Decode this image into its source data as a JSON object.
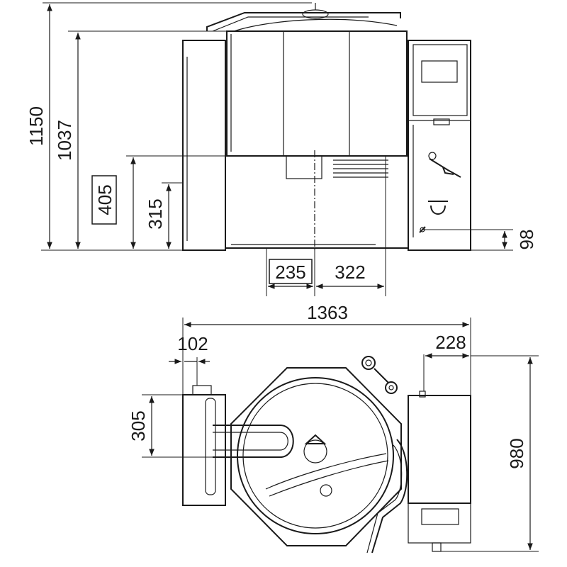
{
  "front_view": {
    "dim_total_height": "1150",
    "dim_lid_height": "1037",
    "dim_outlet_height": "405",
    "dim_base_height": "315",
    "dim_offset_left": "235",
    "dim_offset_right": "322",
    "dim_tap_height": "98"
  },
  "top_view": {
    "dim_overall_width": "1363",
    "dim_left_panel": "102",
    "dim_right_column": "228",
    "dim_left_depth": "305",
    "dim_overall_depth": "980"
  },
  "icons": [
    "faucet-icon",
    "shower-hose-icon",
    "drain-valve-icon"
  ]
}
